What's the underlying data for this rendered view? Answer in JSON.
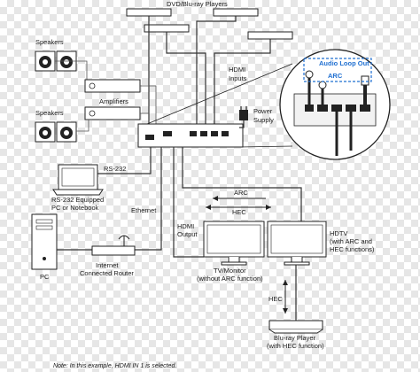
{
  "labels": {
    "dvd_players": "DVD/Blu-ray Players",
    "speakers_top": "Speakers",
    "amplifiers": "Amplifiers",
    "speakers_bottom": "Speakers",
    "hdmi_inputs_1": "HDMI",
    "hdmi_inputs_2": "Inputs",
    "power_supply_1": "Power",
    "power_supply_2": "Supply",
    "audio_loop_out": "Audio Loop Out",
    "arc_inset": "ARC",
    "rs232": "RS-232",
    "pc_notebook_1": "RS-232 Equipped",
    "pc_notebook_2": "PC or Notebook",
    "ethernet": "Ethernet",
    "arc_arrow": "ARC",
    "hec_arrow": "HEC",
    "hdmi_output_1": "HDMI",
    "hdmi_output_2": "Output",
    "hdtv_1": "HDTV",
    "hdtv_2": "(with ARC and",
    "hdtv_3": "HEC functions)",
    "tv_monitor_1": "TV/Monitor",
    "tv_monitor_2": "(without ARC function)",
    "pc": "PC",
    "router_1": "Internet",
    "router_2": "Connected Router",
    "hec_vertical": "HEC",
    "bluray_1": "Blu-ray Player",
    "bluray_2": "(with HEC function)",
    "note": "Note: In this example, HDMI IN 1 is selected."
  },
  "colors": {
    "accent_blue": "#1f6fd1",
    "line": "#222222"
  }
}
